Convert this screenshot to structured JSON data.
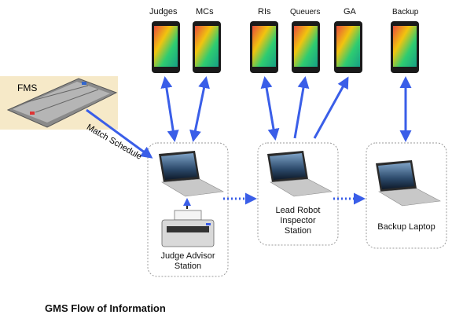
{
  "tablets": [
    {
      "id": "judges",
      "label": "Judges"
    },
    {
      "id": "mcs",
      "label": "MCs"
    },
    {
      "id": "ris",
      "label": "RIs"
    },
    {
      "id": "queuers",
      "label": "Queuers"
    },
    {
      "id": "ga",
      "label": "GA"
    },
    {
      "id": "backup",
      "label": "Backup"
    }
  ],
  "fms": {
    "label": "FMS"
  },
  "match_schedule": {
    "label": "Match Schedule"
  },
  "stations": {
    "judge_advisor": {
      "label_line1": "Judge Advisor",
      "label_line2": "Station"
    },
    "lead_robot_inspector": {
      "label_line1": "Lead Robot",
      "label_line2": "Inspector",
      "label_line3": "Station"
    },
    "backup_laptop": {
      "label_line1": "Backup Laptop"
    }
  },
  "caption": "GMS Flow of Information",
  "colors": {
    "arrow": "#3a5ee8",
    "box_border": "#9a9a9a",
    "fms_bg": "#f6e9c8",
    "tablet_body": "#1a1a1a"
  }
}
